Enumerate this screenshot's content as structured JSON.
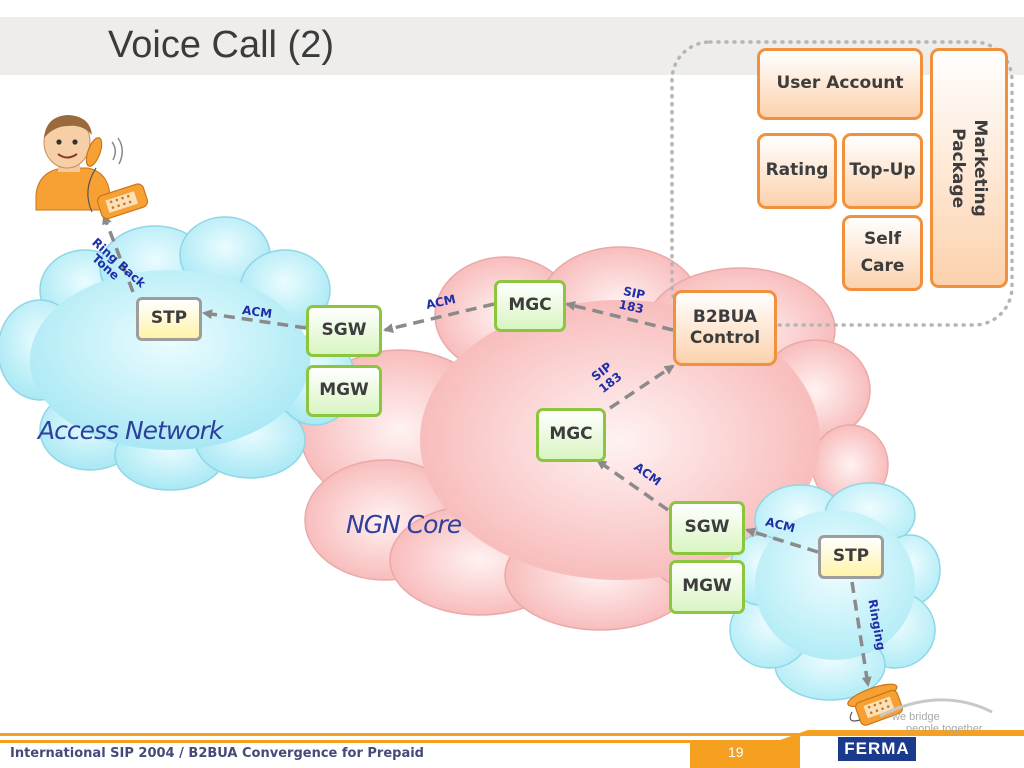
{
  "slide": {
    "title": "Voice Call (2)",
    "page_number": "19",
    "footer": "International SIP 2004 / B2BUA Convergence for Prepaid"
  },
  "networks": {
    "access": "Access Network",
    "core": "NGN Core"
  },
  "nodes": {
    "stp_left": "STP",
    "sgw_left": "SGW",
    "mgw_left": "MGW",
    "mgc_top": "MGC",
    "mgc_mid": "MGC",
    "b2bua": "B2BUA Control",
    "sgw_right": "SGW",
    "mgw_right": "MGW",
    "stp_right": "STP"
  },
  "services": {
    "user_account": "User Account",
    "rating": "Rating",
    "topup": "Top-Up",
    "selfcare": "Self Care",
    "marketing": "Marketing Package"
  },
  "edge_labels": {
    "ring_back": "Ring Back",
    "tone": "Tone",
    "acm_stp_sgw": "ACM",
    "acm_sgw_mgc": "ACM",
    "sip_top_1": "SIP",
    "sip_top_2": "183",
    "sip_mid_1": "SIP",
    "sip_mid_2": "183",
    "acm_mgc_sgw": "ACM",
    "acm_sgw_stp": "ACM",
    "ringing": "Ringing"
  },
  "branding": {
    "logo": "FERMA",
    "tagline_1": "we bridge",
    "tagline_2": "people together"
  },
  "colors": {
    "node_border_green": "#8cc63f",
    "node_border_orange": "#f2913d",
    "label_blue": "#1f2fa8",
    "access_cloud": "#c8f1f8",
    "core_cloud": "#f8c0c0",
    "footer_bar": "#f5a020"
  }
}
